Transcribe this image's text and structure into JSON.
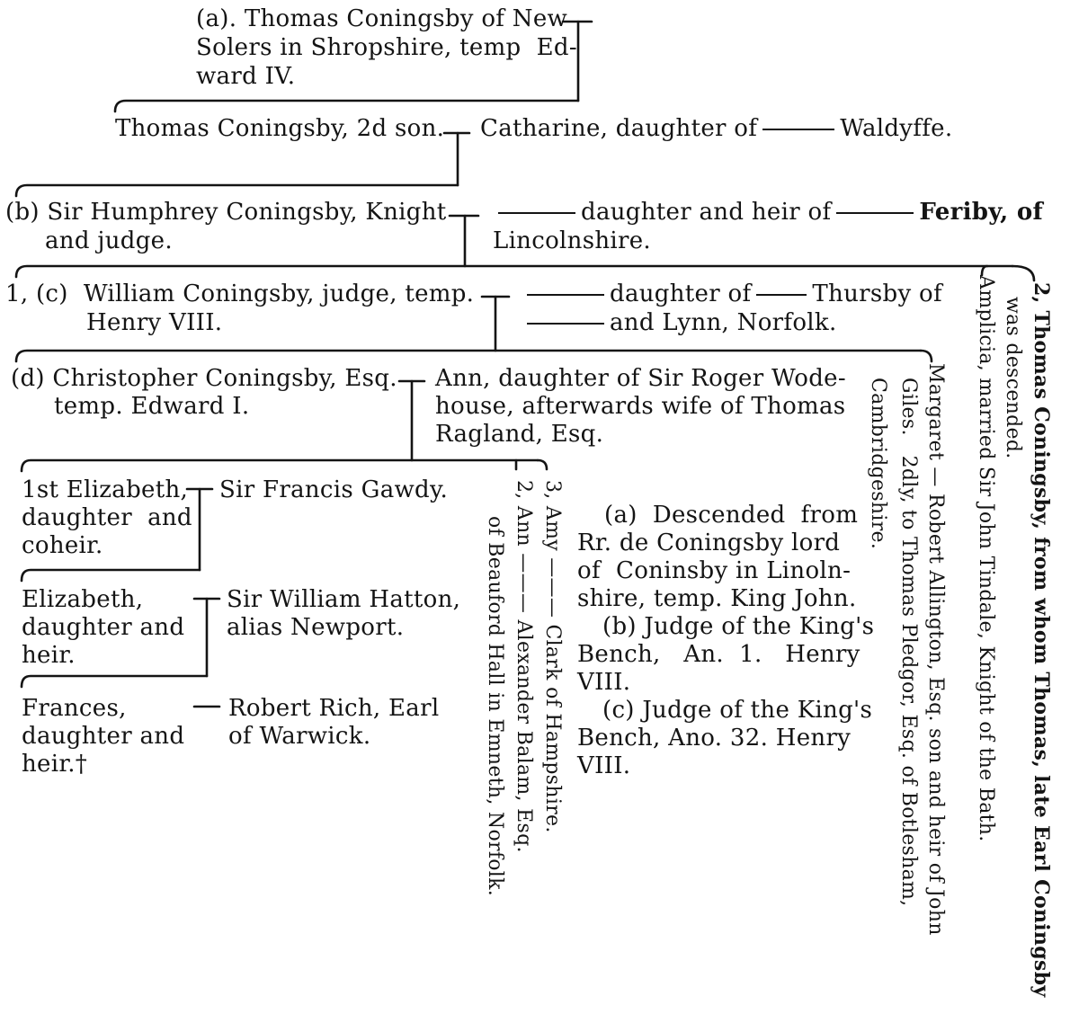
{
  "gen1": {
    "line1": "(a). Thomas Coningsby of New",
    "line2": "Solers in Shropshire, temp  Ed-",
    "line3": "ward IV."
  },
  "gen2": {
    "name": "Thomas Coningsby, 2d son.",
    "spouse_pre": "Catharine, daughter of",
    "spouse_post": "Waldyffe."
  },
  "gen3": {
    "line1": "(b) Sir Humphrey Coningsby, Knight",
    "line2": "and judge.",
    "spouse1_post": "daughter and heir of",
    "spouse1_end": "Feriby, of",
    "spouse2": "Lincolnshire."
  },
  "gen4": {
    "line1": "1, (c)  William Coningsby, judge, temp.",
    "line2": "Henry VIII.",
    "spouse1_post": "daughter of",
    "spouse1_end": "Thursby of",
    "spouse2": "and Lynn, Norfolk."
  },
  "gen5": {
    "line1": "(d) Christopher Coningsby, Esq.",
    "line2": "temp. Edward I.",
    "spouse1": "Ann, daughter of Sir Roger Wode-",
    "spouse2": "house, afterwards wife of Thomas",
    "spouse3": "Ragland, Esq."
  },
  "gen6": {
    "line1": "1st Elizabeth,",
    "line2": "daughter  and",
    "line3": "coheir.",
    "spouse": "Sir Francis Gawdy."
  },
  "gen7": {
    "line1": "Elizabeth,",
    "line2": "daughter and",
    "line3": "heir.",
    "spouse1": "Sir William Hatton,",
    "spouse2": "alias Newport."
  },
  "gen8": {
    "line1": "Frances,",
    "line2": "daughter and",
    "line3": "heir.†",
    "spouse1": "Robert Rich, Earl",
    "spouse2": "of Warwick."
  },
  "vertical": {
    "amy": "3, Amy ——— Clark of Hampshire.",
    "ann_l1": "2, Ann ——— Alexander Balam, Esq.",
    "ann_l2": "of Beauford Hall in Emneth, Norfolk.",
    "margaret_l1": "Margaret — Robert Allington, Esq. son and heir of John",
    "margaret_l2": "Giles.   2dly, to Thomas Pledgor, Esq. of Botlesham,",
    "margaret_l3": "Cambridgeshire.",
    "amplicia_l1": "Amplicia, married Sir John Tindale, Knight of the Bath.",
    "thomas_l1": "2, Thomas Coningsby, from whom Thomas, late Earl Coningsby",
    "thomas_l2": "was descended."
  },
  "notes": {
    "a1": "(a)  Descended  from",
    "a2": "Rr. de Coningsby lord",
    "a3": "of  Coninsby in Linoln-",
    "a4": "shire, temp. King John.",
    "b1": "(b) Judge of the King's",
    "b2": "Bench,   An.  1.   Henry",
    "b3": "VIII.",
    "c1": "(c) Judge of the King's",
    "c2": "Bench, Ano. 32. Henry",
    "c3": "VIII."
  }
}
